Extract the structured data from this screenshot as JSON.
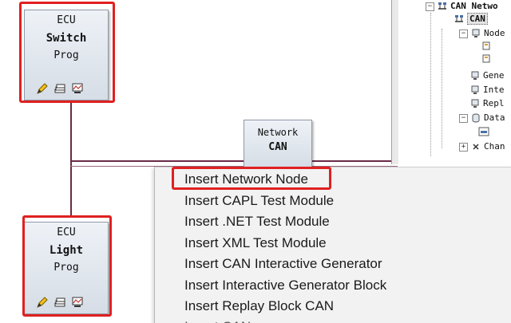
{
  "canvas": {
    "ecu_switch": {
      "line1": "ECU",
      "line2": "Switch",
      "line3": "Prog"
    },
    "ecu_light": {
      "line1": "ECU",
      "line2": "Light",
      "line3": "Prog"
    },
    "network": {
      "line1": "Network",
      "line2": "CAN"
    },
    "node_icons": [
      "pencil-icon",
      "stack-icon",
      "monitor-icon"
    ],
    "line_color": "#6b2a46",
    "highlight_color": "#e02020"
  },
  "tree": {
    "items": [
      {
        "label": "CAN Netwo",
        "icon": "network-icon",
        "expander": "−"
      },
      {
        "label": "CAN",
        "icon": "bus-icon"
      },
      {
        "label": "Node",
        "icon": "node-icon",
        "expander": "−"
      },
      {
        "label": "Gene",
        "icon": "node-icon"
      },
      {
        "label": "Inte",
        "icon": "node-icon"
      },
      {
        "label": "Repl",
        "icon": "node-icon"
      },
      {
        "label": "Data",
        "icon": "database-icon",
        "expander": "−"
      },
      {
        "label": "Chan",
        "icon": "channel-icon",
        "expander": "+"
      }
    ]
  },
  "context_menu": {
    "items": [
      "Insert Network Node",
      "Insert CAPL Test Module",
      "Insert .NET Test Module",
      "Insert XML Test Module",
      "Insert CAN Interactive Generator",
      "Insert Interactive Generator Block",
      "Insert Replay Block CAN"
    ]
  }
}
